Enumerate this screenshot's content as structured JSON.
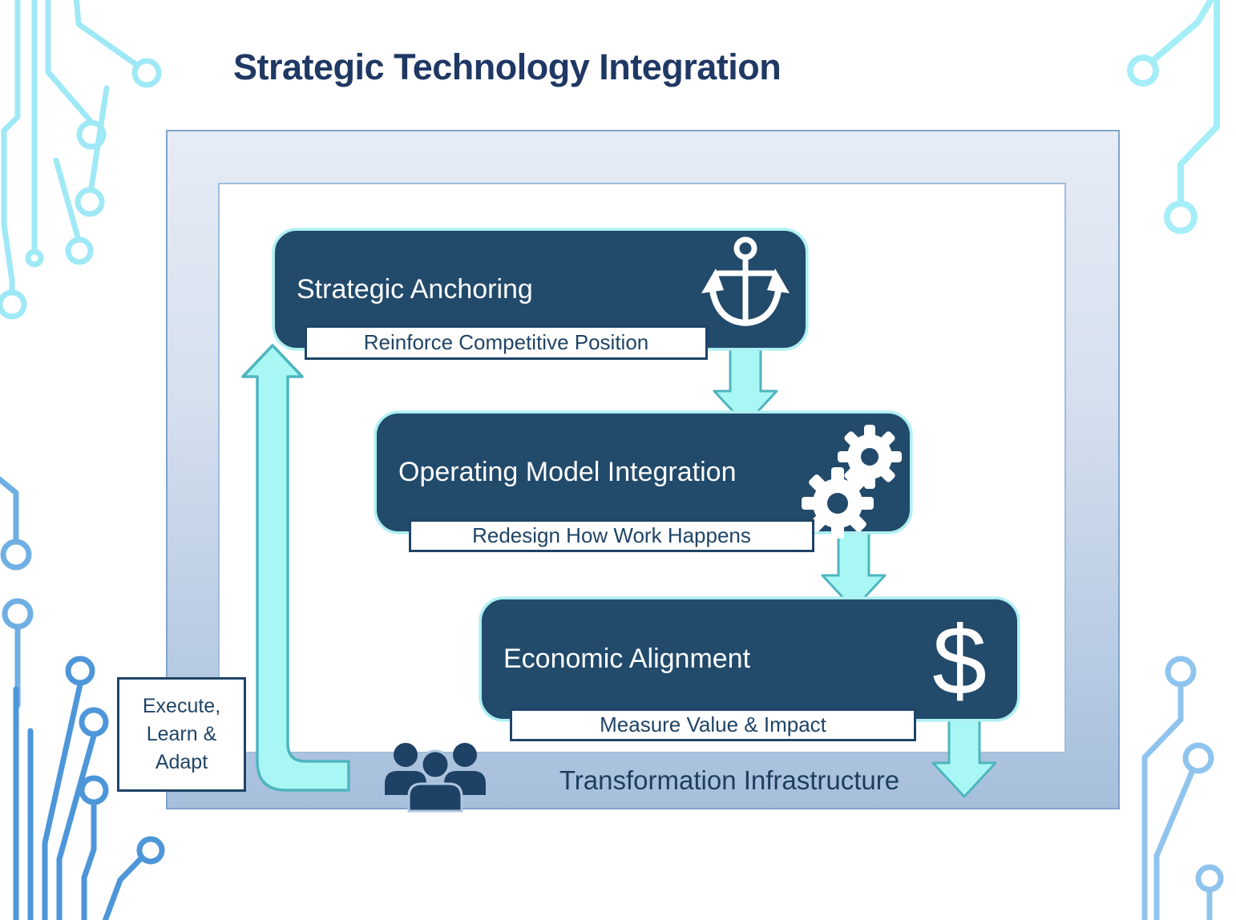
{
  "title": "Strategic Technology Integration",
  "stages": [
    {
      "label": "Strategic Anchoring",
      "sublabel": "Reinforce Competitive Position",
      "icon": "anchor-icon"
    },
    {
      "label": "Operating Model Integration",
      "sublabel": "Redesign How Work Happens",
      "icon": "gears-icon"
    },
    {
      "label": "Economic Alignment",
      "sublabel": "Measure Value & Impact",
      "icon": "dollar-icon",
      "glyph": "$"
    }
  ],
  "infrastructure": {
    "label": "Transformation Infrastructure",
    "icon": "people-icon"
  },
  "feedback_loop": {
    "lines": [
      "Execute,",
      "Learn &",
      "Adapt"
    ],
    "arrow": "up-elbow-arrow"
  },
  "flow_arrows": [
    "down-arrow-1",
    "down-arrow-2",
    "down-arrow-3"
  ],
  "colors": {
    "box_navy": "#224A6B",
    "text_navy": "#1F4466",
    "band_navy_text": "#1C3D5E",
    "title_navy": "#1F3864",
    "arrow_cyan_fill": "#A9F7F4",
    "arrow_cyan_stroke": "#4FB5BF",
    "box_glow_cyan": "#AEEFF2",
    "band_bg": "#AEC6E0",
    "frame_top": "#E6ECF5",
    "frame_bottom": "#A6BFDB",
    "frame_border": "#7FA4CC",
    "circuit_cyan": "#9FE9F6",
    "circuit_blue": "#4D96D9",
    "circuit_lightblue": "#8FC4EE"
  }
}
